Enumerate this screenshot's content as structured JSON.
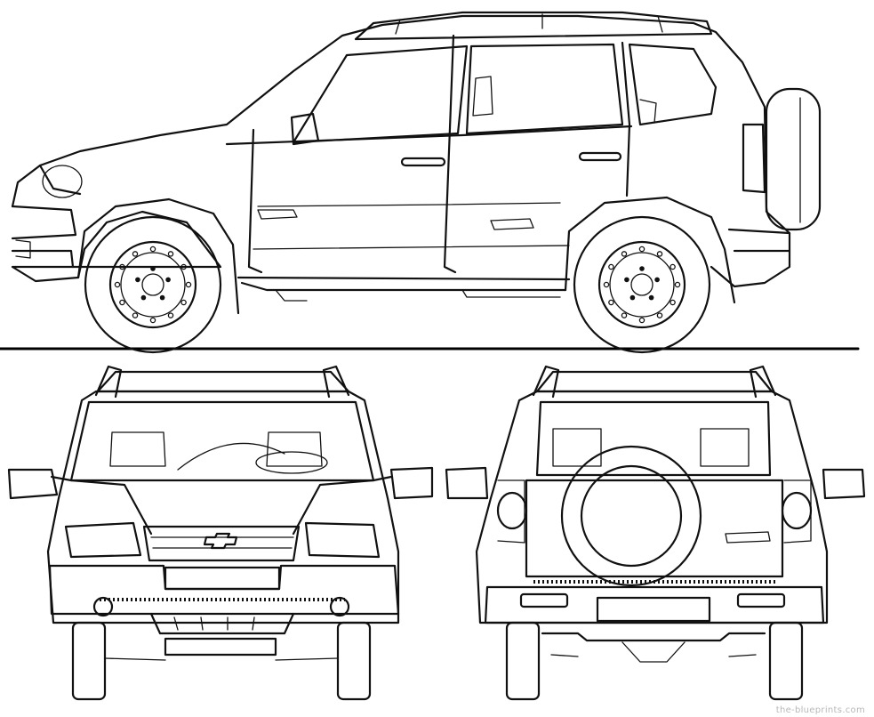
{
  "diagram": {
    "views": [
      "side",
      "front",
      "rear"
    ],
    "line_color": "#111111",
    "background": "#ffffff"
  },
  "watermark": {
    "text": "the-blueprints.com",
    "color": "#b8b8b8"
  }
}
